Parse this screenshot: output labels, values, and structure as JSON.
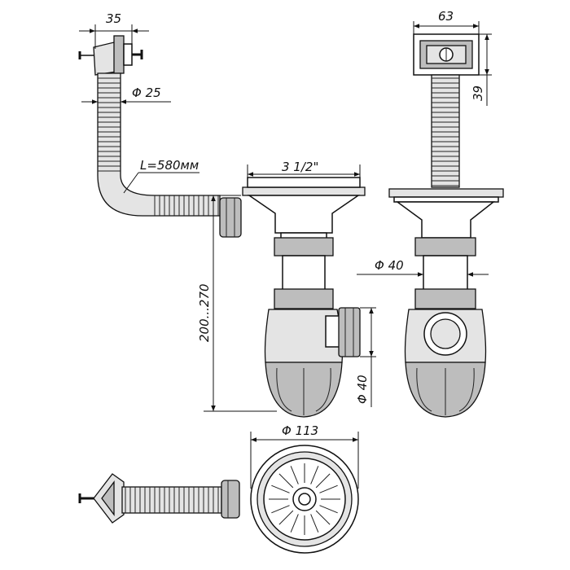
{
  "dimensions": {
    "overflow_width": "35",
    "overflow_hose_diameter": "Φ 25",
    "hose_length": "L=580мм",
    "drain_thread": "3 1/2\"",
    "siphon_height": "200...270",
    "outlet_diameter_side": "Φ 40",
    "overflow_plate_width": "63",
    "overflow_plate_height": "39",
    "outlet_diameter_front": "Φ 40",
    "grid_diameter": "Φ 113"
  }
}
